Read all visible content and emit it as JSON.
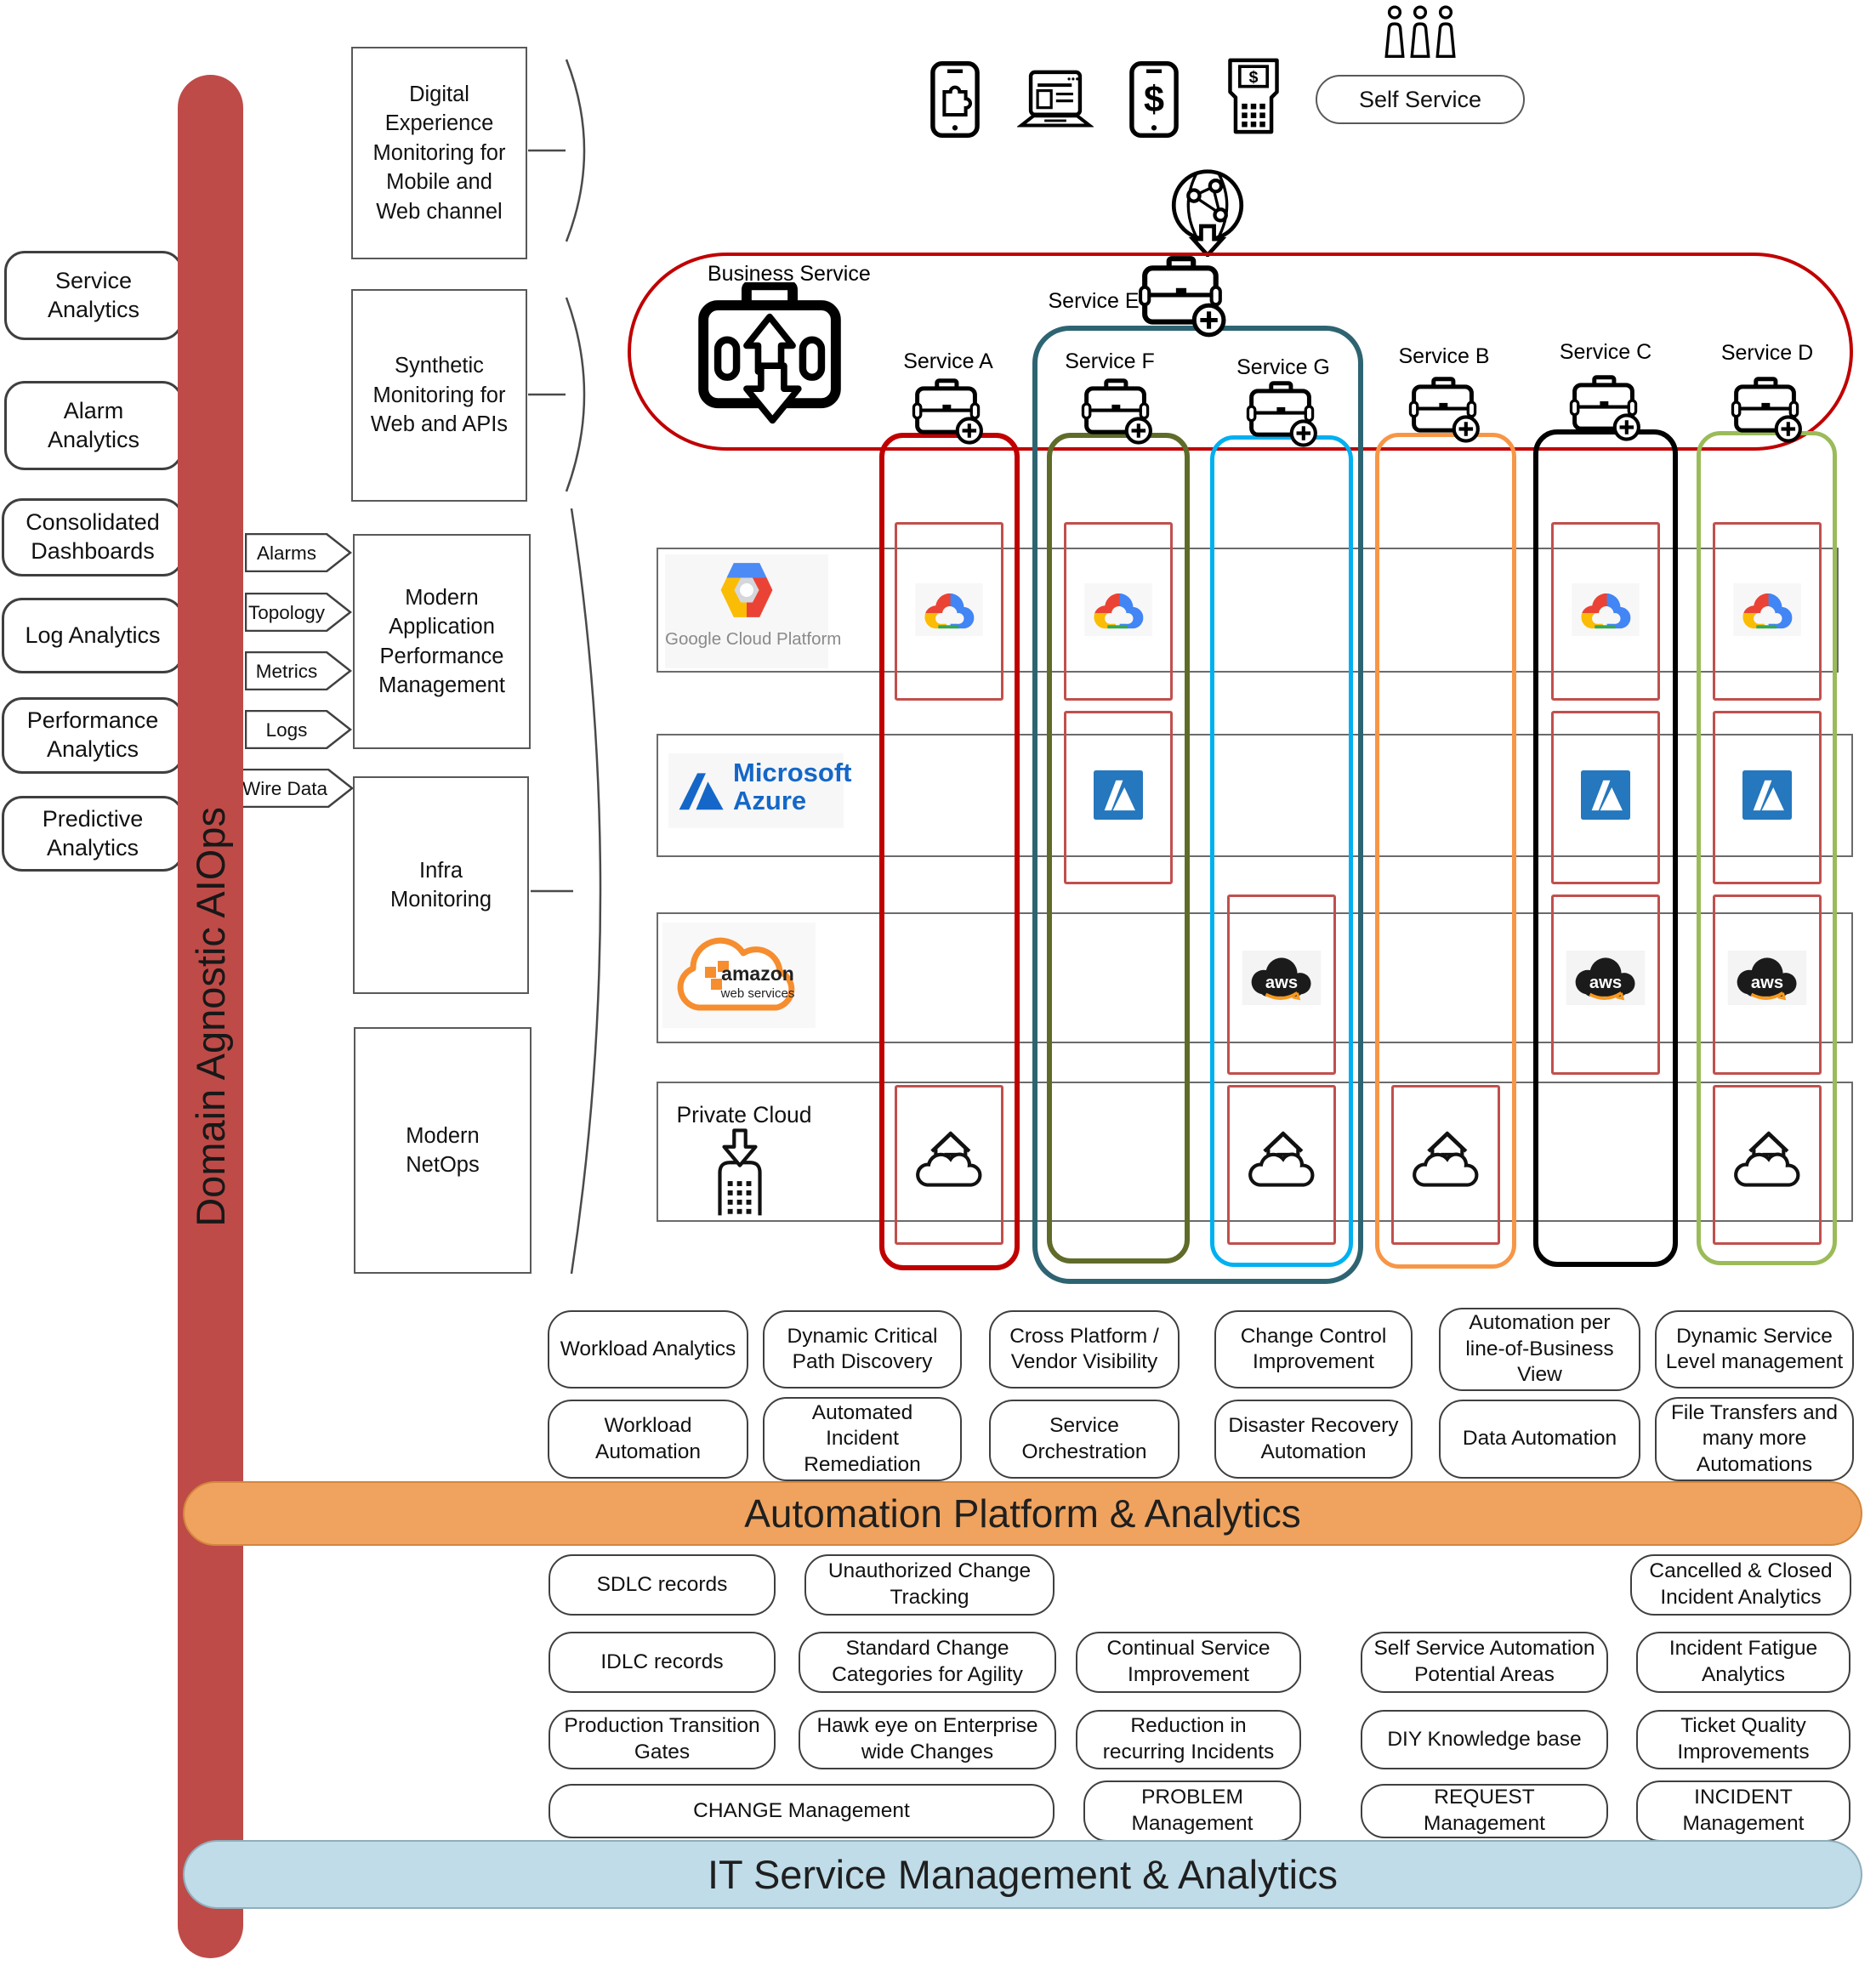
{
  "aiops_bar": {
    "label": "Domain Agnostic AIOps",
    "color": "#BE4B48"
  },
  "left_capabilities": [
    "Service Analytics",
    "Alarm Analytics",
    "Consolidated Dashboards",
    "Log Analytics",
    "Performance Analytics",
    "Predictive Analytics"
  ],
  "data_sources": [
    "Alarms",
    "Topology",
    "Metrics",
    "Logs",
    "Wire Data"
  ],
  "monitoring_tools": [
    "Digital Experience Monitoring for Mobile and Web channel",
    "Synthetic Monitoring for Web and APIs",
    "Modern Application Performance Management",
    "Infra Monitoring",
    "Modern NetOps"
  ],
  "top": {
    "self_service_label": "Self Service",
    "icons": [
      "mobile-app-puzzle-icon",
      "laptop-web-icon",
      "mobile-payment-icon",
      "pos-terminal-icon",
      "users-icon",
      "globe-network-icon"
    ]
  },
  "business_service": {
    "label": "Business Service",
    "oval_color": "#C00000"
  },
  "services": [
    {
      "label": "Service A",
      "color": "#C00000",
      "providers": [
        "gcp",
        "private_cloud"
      ]
    },
    {
      "label": "Service E",
      "color": "#2E6472",
      "contains": [
        "Service F",
        "Service G"
      ]
    },
    {
      "label": "Service F",
      "color": "#5F6B29",
      "providers": [
        "gcp",
        "azure"
      ]
    },
    {
      "label": "Service G",
      "color": "#00B0F0",
      "providers": [
        "aws",
        "private_cloud"
      ]
    },
    {
      "label": "Service B",
      "color": "#F79646",
      "providers": [
        "private_cloud"
      ]
    },
    {
      "label": "Service C",
      "color": "#000000",
      "providers": [
        "gcp",
        "azure",
        "aws"
      ]
    },
    {
      "label": "Service D",
      "color": "#9BBB59",
      "providers": [
        "gcp",
        "azure",
        "aws",
        "private_cloud"
      ]
    }
  ],
  "providers": {
    "gcp": {
      "label": "Google Cloud Platform"
    },
    "azure": {
      "line1": "Microsoft",
      "line2": "Azure"
    },
    "aws": {
      "line1": "amazon",
      "line2": "web services"
    },
    "private_cloud": {
      "label": "Private Cloud"
    },
    "aws_icon_text": "aws"
  },
  "glyphs": {
    "dollar": "$"
  },
  "automation_capabilities": [
    [
      "Workload Analytics",
      "Dynamic Critical Path Discovery",
      "Cross Platform / Vendor Visibility",
      "Change Control Improvement",
      "Automation per line-of-Business View",
      "Dynamic Service Level management"
    ],
    [
      "Workload Automation",
      "Automated Incident Remediation",
      "Service Orchestration",
      "Disaster Recovery Automation",
      "Data Automation",
      "File Transfers and many more Automations"
    ]
  ],
  "automation_bar": {
    "label": "Automation Platform & Analytics",
    "color": "#F0A35E"
  },
  "itsm_capabilities": {
    "row1": [
      "SDLC records",
      "Unauthorized Change Tracking",
      "Cancelled & Closed Incident Analytics"
    ],
    "row2": [
      "IDLC records",
      "Standard Change Categories for Agility",
      "Continual Service Improvement",
      "Self Service Automation Potential Areas",
      "Incident Fatigue Analytics"
    ],
    "row3": [
      "Production Transition Gates",
      "Hawk eye on Enterprise wide Changes",
      "Reduction in recurring Incidents",
      "DIY Knowledge base",
      "Ticket Quality Improvements"
    ],
    "row4": [
      "CHANGE Management",
      "PROBLEM Management",
      "REQUEST Management",
      "INCIDENT Management"
    ]
  },
  "itsm_bar": {
    "label": "IT Service Management & Analytics",
    "color": "#BFDCE8"
  }
}
